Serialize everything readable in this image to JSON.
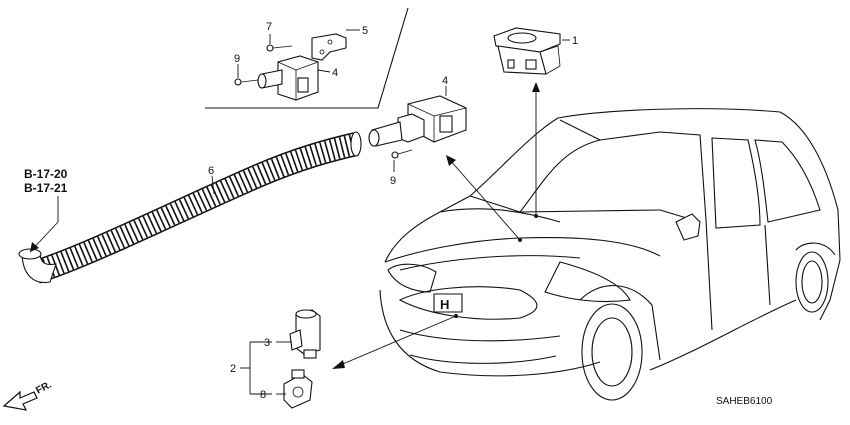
{
  "callouts": {
    "c1": "1",
    "c2": "2",
    "c3": "3",
    "c4_box": "4",
    "c4_main": "4",
    "c5": "5",
    "c6": "6",
    "c7": "7",
    "c8": "8",
    "c9_box": "9",
    "c9_main": "9"
  },
  "references": [
    "B-17-20",
    "B-17-21"
  ],
  "direction_label": "FR.",
  "diagram_code": "SAHEB6100"
}
